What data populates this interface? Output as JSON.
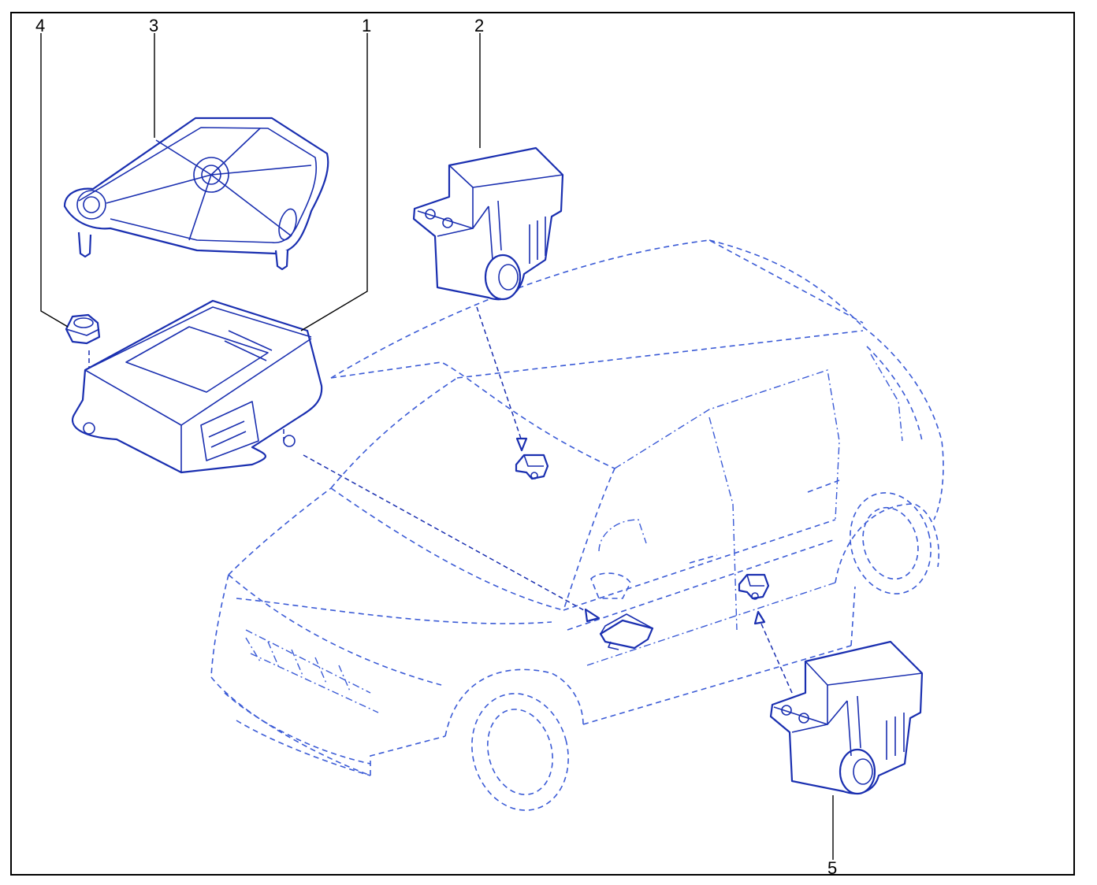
{
  "callouts": {
    "c1": "1",
    "c2": "2",
    "c3": "3",
    "c4": "4",
    "c5": "5"
  },
  "colors": {
    "line_art": "#1a2fb0",
    "car_outline": "#3b5bd6",
    "leader": "#000000",
    "frame": "#000000"
  },
  "icons": {
    "part1": "airbag-control-module-icon",
    "part2": "impact-sensor-icon",
    "part3": "module-bracket-icon",
    "part4": "nut-icon",
    "part5": "impact-sensor-icon"
  }
}
